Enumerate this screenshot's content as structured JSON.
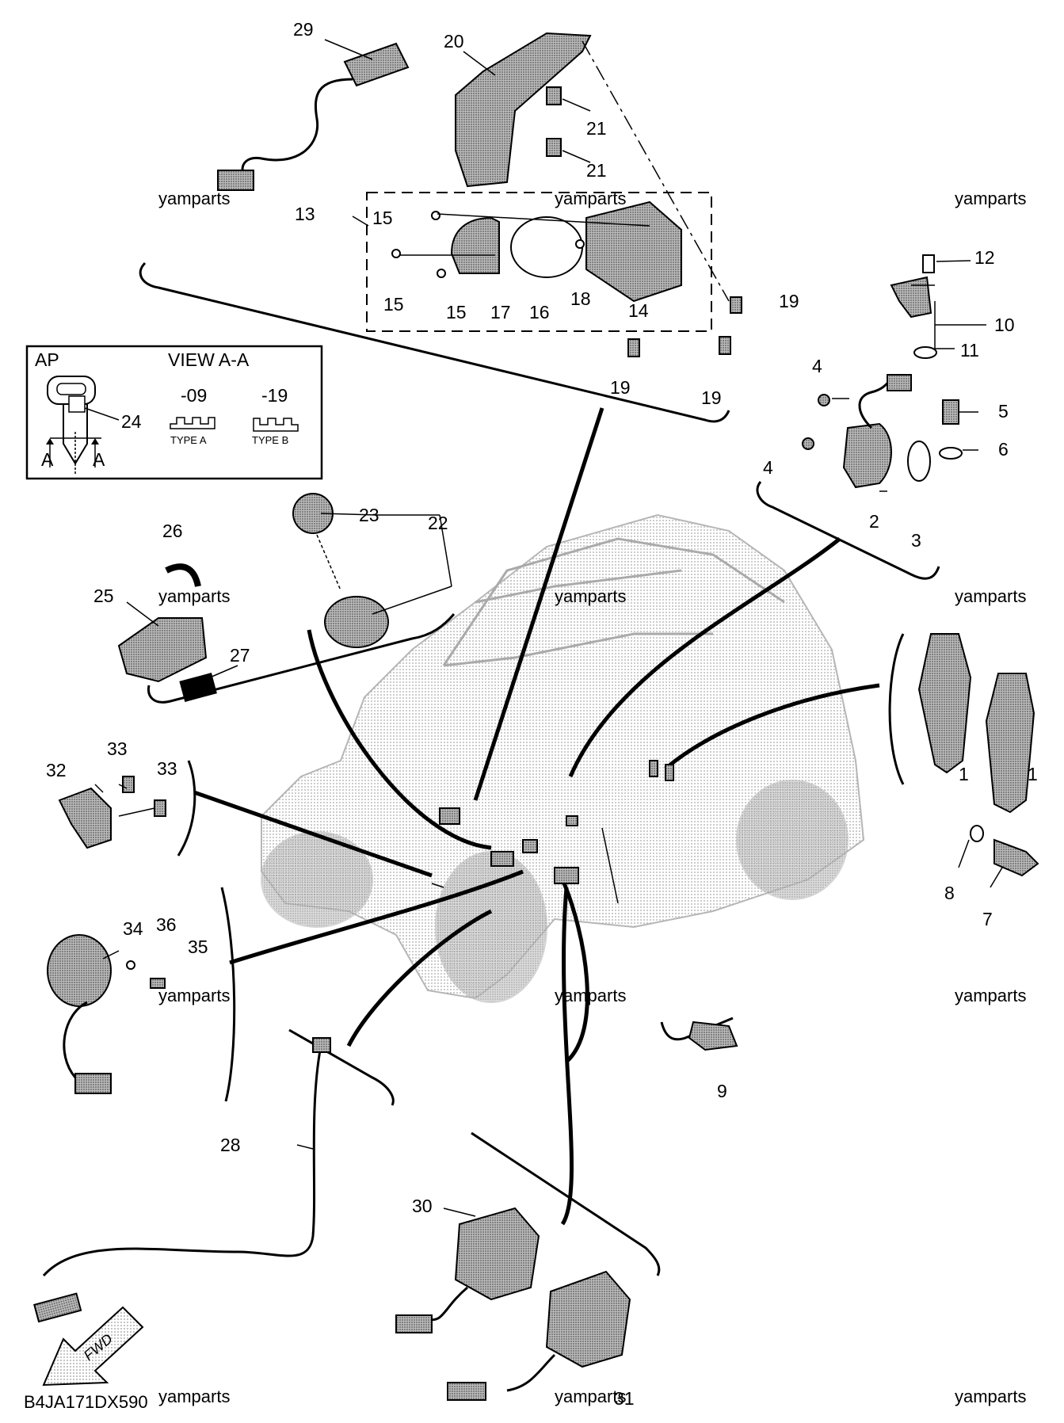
{
  "diagram": {
    "code": "B4JA171DX590",
    "watermark": "yamparts",
    "fwd_label": "FWD",
    "callouts": [
      {
        "id": "c1a",
        "text": "1"
      },
      {
        "id": "c1b",
        "text": "1"
      },
      {
        "id": "c2",
        "text": "2"
      },
      {
        "id": "c3",
        "text": "3"
      },
      {
        "id": "c4a",
        "text": "4"
      },
      {
        "id": "c4b",
        "text": "4"
      },
      {
        "id": "c5",
        "text": "5"
      },
      {
        "id": "c6",
        "text": "6"
      },
      {
        "id": "c7",
        "text": "7"
      },
      {
        "id": "c8",
        "text": "8"
      },
      {
        "id": "c9",
        "text": "9"
      },
      {
        "id": "c10",
        "text": "10"
      },
      {
        "id": "c11",
        "text": "11"
      },
      {
        "id": "c12",
        "text": "12"
      },
      {
        "id": "c13",
        "text": "13"
      },
      {
        "id": "c14",
        "text": "14"
      },
      {
        "id": "c15a",
        "text": "15"
      },
      {
        "id": "c15b",
        "text": "15"
      },
      {
        "id": "c15c",
        "text": "15"
      },
      {
        "id": "c16",
        "text": "16"
      },
      {
        "id": "c17",
        "text": "17"
      },
      {
        "id": "c18",
        "text": "18"
      },
      {
        "id": "c19a",
        "text": "19"
      },
      {
        "id": "c19b",
        "text": "19"
      },
      {
        "id": "c19c",
        "text": "19"
      },
      {
        "id": "c20",
        "text": "20"
      },
      {
        "id": "c21a",
        "text": "21"
      },
      {
        "id": "c21b",
        "text": "21"
      },
      {
        "id": "c22",
        "text": "22"
      },
      {
        "id": "c23",
        "text": "23"
      },
      {
        "id": "c24",
        "text": "24"
      },
      {
        "id": "c25",
        "text": "25"
      },
      {
        "id": "c26",
        "text": "26"
      },
      {
        "id": "c27",
        "text": "27"
      },
      {
        "id": "c28",
        "text": "28"
      },
      {
        "id": "c29",
        "text": "29"
      },
      {
        "id": "c30",
        "text": "30"
      },
      {
        "id": "c31",
        "text": "31"
      },
      {
        "id": "c32",
        "text": "32"
      },
      {
        "id": "c33a",
        "text": "33"
      },
      {
        "id": "c33b",
        "text": "33"
      },
      {
        "id": "c34",
        "text": "34"
      },
      {
        "id": "c35",
        "text": "35"
      },
      {
        "id": "c36",
        "text": "36"
      }
    ],
    "inset": {
      "title_left": "AP",
      "title_right": "VIEW A-A",
      "code_a": "-09",
      "code_b": "-19",
      "type_a": "TYPE A",
      "type_b": "TYPE B",
      "section_left": "A",
      "section_right": "A",
      "callout": "24"
    }
  }
}
